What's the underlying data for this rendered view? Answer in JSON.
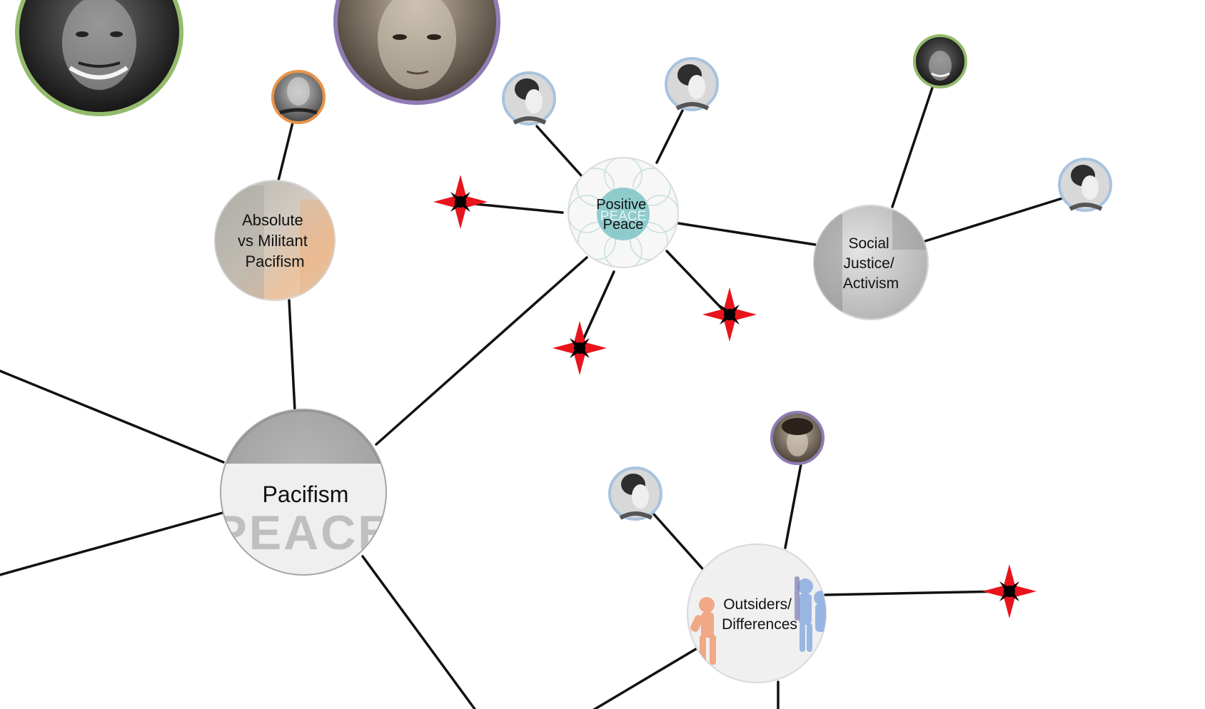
{
  "diagram": {
    "type": "concept-network",
    "topics": [
      {
        "id": "pacifism",
        "lines": [
          "Pacifism"
        ],
        "watermark": "PEACE",
        "image": "suffragist-peace-banner-photo"
      },
      {
        "id": "absolute-vs-militant",
        "lines": [
          "Absolute",
          "vs Militant",
          "Pacifism"
        ],
        "image": "soldiers-and-protest-collage"
      },
      {
        "id": "positive-peace",
        "lines": [
          "Positive",
          "Peace"
        ],
        "watermark": "PEACE",
        "image": "positive-peace-pillars-diagram"
      },
      {
        "id": "social-justice",
        "lines": [
          "Social",
          "Justice/",
          "Activism"
        ],
        "image": "protest-march-photo"
      },
      {
        "id": "outsiders",
        "lines": [
          "Outsiders/",
          "Differences"
        ],
        "image": "paper-people-cutouts"
      }
    ],
    "people": [
      {
        "id": "man-smiling-large",
        "ring": "#94bb6c"
      },
      {
        "id": "woman-dark-hair-large",
        "ring": "#8f7cb3"
      },
      {
        "id": "old-man-painter",
        "ring": "#e8944a"
      },
      {
        "id": "woman-profile-1",
        "ring": "#a9c3de"
      },
      {
        "id": "woman-profile-2",
        "ring": "#a9c3de"
      },
      {
        "id": "man-smiling-small",
        "ring": "#94bb6c"
      },
      {
        "id": "woman-profile-3",
        "ring": "#a9c3de"
      },
      {
        "id": "woman-dark-hair-small",
        "ring": "#8f7cb3"
      },
      {
        "id": "woman-profile-4",
        "ring": "#a9c3de"
      }
    ],
    "stars": [
      "star-1",
      "star-2",
      "star-3",
      "star-4"
    ],
    "colors": {
      "edge": "#111111",
      "star_fill": "#e8141c",
      "star_core": "#000000",
      "topic_border": "#b9b9b9",
      "positive_peace_center": "#7fc4c6"
    }
  }
}
